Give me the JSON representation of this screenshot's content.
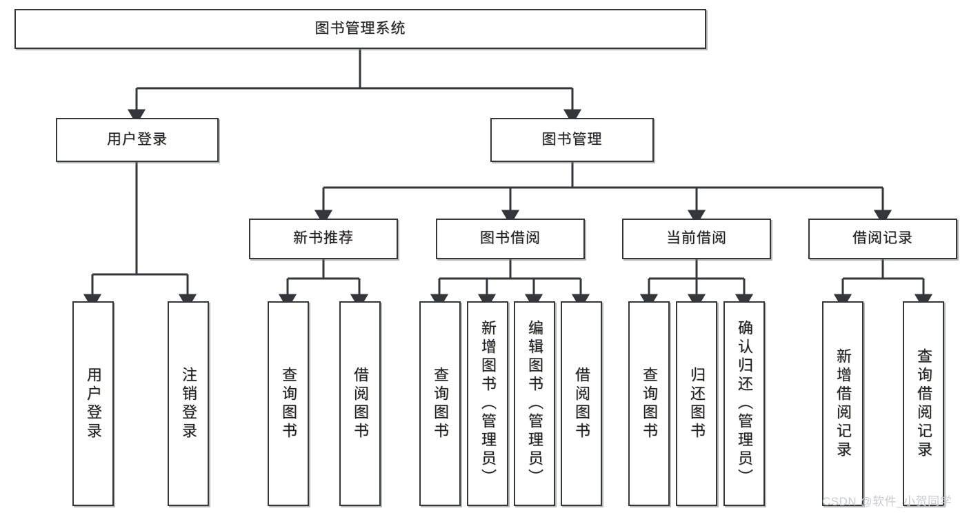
{
  "diagram": {
    "title_node": {
      "label": "图书管理系统"
    },
    "level2": [
      {
        "id": "user-login",
        "label": "用户登录"
      },
      {
        "id": "book-manage",
        "label": "图书管理"
      }
    ],
    "level3": [
      {
        "id": "new-book-recommend",
        "label": "新书推荐"
      },
      {
        "id": "book-borrow",
        "label": "图书借阅"
      },
      {
        "id": "current-borrow",
        "label": "当前借阅"
      },
      {
        "id": "borrow-record",
        "label": "借阅记录"
      }
    ],
    "leaves": {
      "user_login": [
        {
          "id": "leaf-user-login",
          "label": "用户登录"
        },
        {
          "id": "leaf-logout",
          "label": "注销登录"
        }
      ],
      "new_book_recommend": [
        {
          "id": "leaf-query-book-1",
          "label": "查询图书"
        },
        {
          "id": "leaf-borrow-book-1",
          "label": "借阅图书"
        }
      ],
      "book_borrow": [
        {
          "id": "leaf-query-book-2",
          "label": "查询图书"
        },
        {
          "id": "leaf-add-book",
          "label": "新增图书（管理员）"
        },
        {
          "id": "leaf-edit-book",
          "label": "编辑图书（管理员）"
        },
        {
          "id": "leaf-borrow-book-2",
          "label": "借阅图书"
        }
      ],
      "current_borrow": [
        {
          "id": "leaf-query-book-3",
          "label": "查询图书"
        },
        {
          "id": "leaf-return-book",
          "label": "归还图书"
        },
        {
          "id": "leaf-confirm-return",
          "label": "确认归还（管理员）"
        }
      ],
      "borrow_record": [
        {
          "id": "leaf-add-record",
          "label": "新增借阅记录"
        },
        {
          "id": "leaf-query-record",
          "label": "查询借阅记录"
        }
      ]
    },
    "watermark": "CSDN @软件_小贺同学",
    "colors": {
      "stroke": "#33363b",
      "background": "#ffffff",
      "text": "#1d1f22",
      "watermark": "#c9ccd1"
    }
  }
}
